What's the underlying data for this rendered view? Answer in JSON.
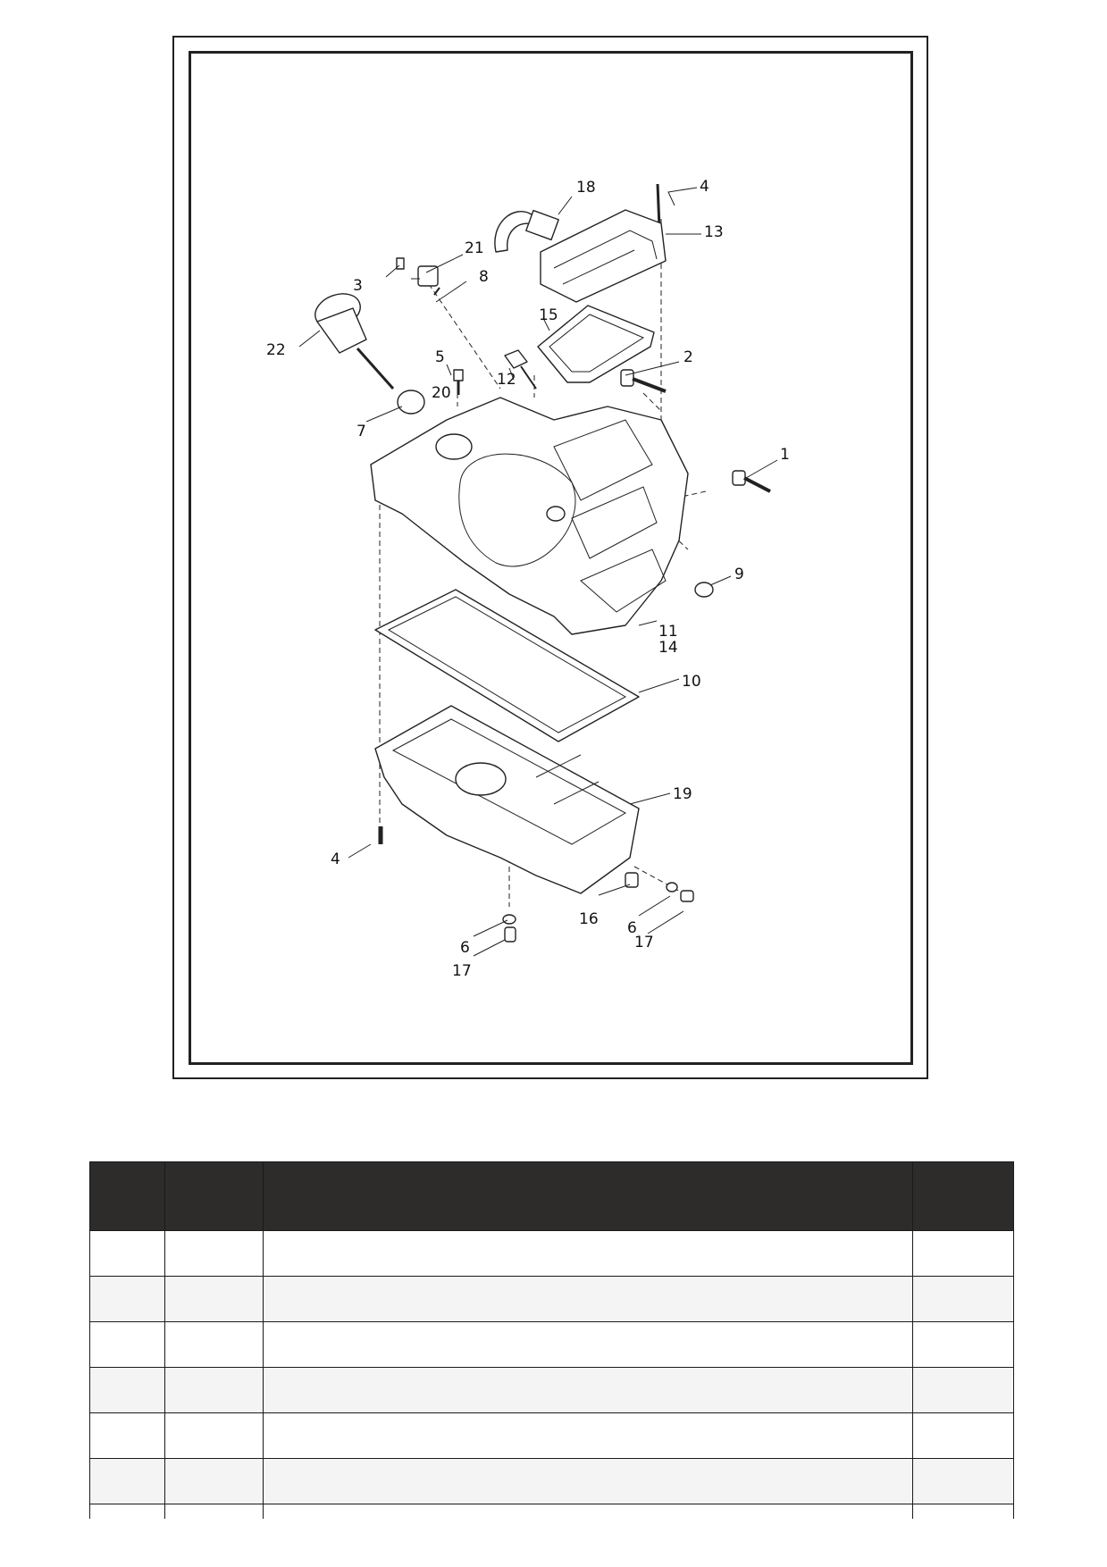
{
  "diagram": {
    "callouts": [
      "1",
      "2",
      "3",
      "4",
      "4",
      "5",
      "6",
      "6",
      "7",
      "8",
      "9",
      "10",
      "11",
      "14",
      "12",
      "13",
      "15",
      "16",
      "17",
      "17",
      "18",
      "19",
      "20",
      "21",
      "22"
    ]
  },
  "parts_table": {
    "headers": [
      "",
      "",
      "",
      ""
    ],
    "rows": [
      [
        "",
        "",
        "",
        ""
      ],
      [
        "",
        "",
        "",
        ""
      ],
      [
        "",
        "",
        "",
        ""
      ],
      [
        "",
        "",
        "",
        ""
      ],
      [
        "",
        "",
        "",
        ""
      ],
      [
        "",
        "",
        "",
        ""
      ],
      [
        "",
        "",
        "",
        ""
      ]
    ]
  }
}
